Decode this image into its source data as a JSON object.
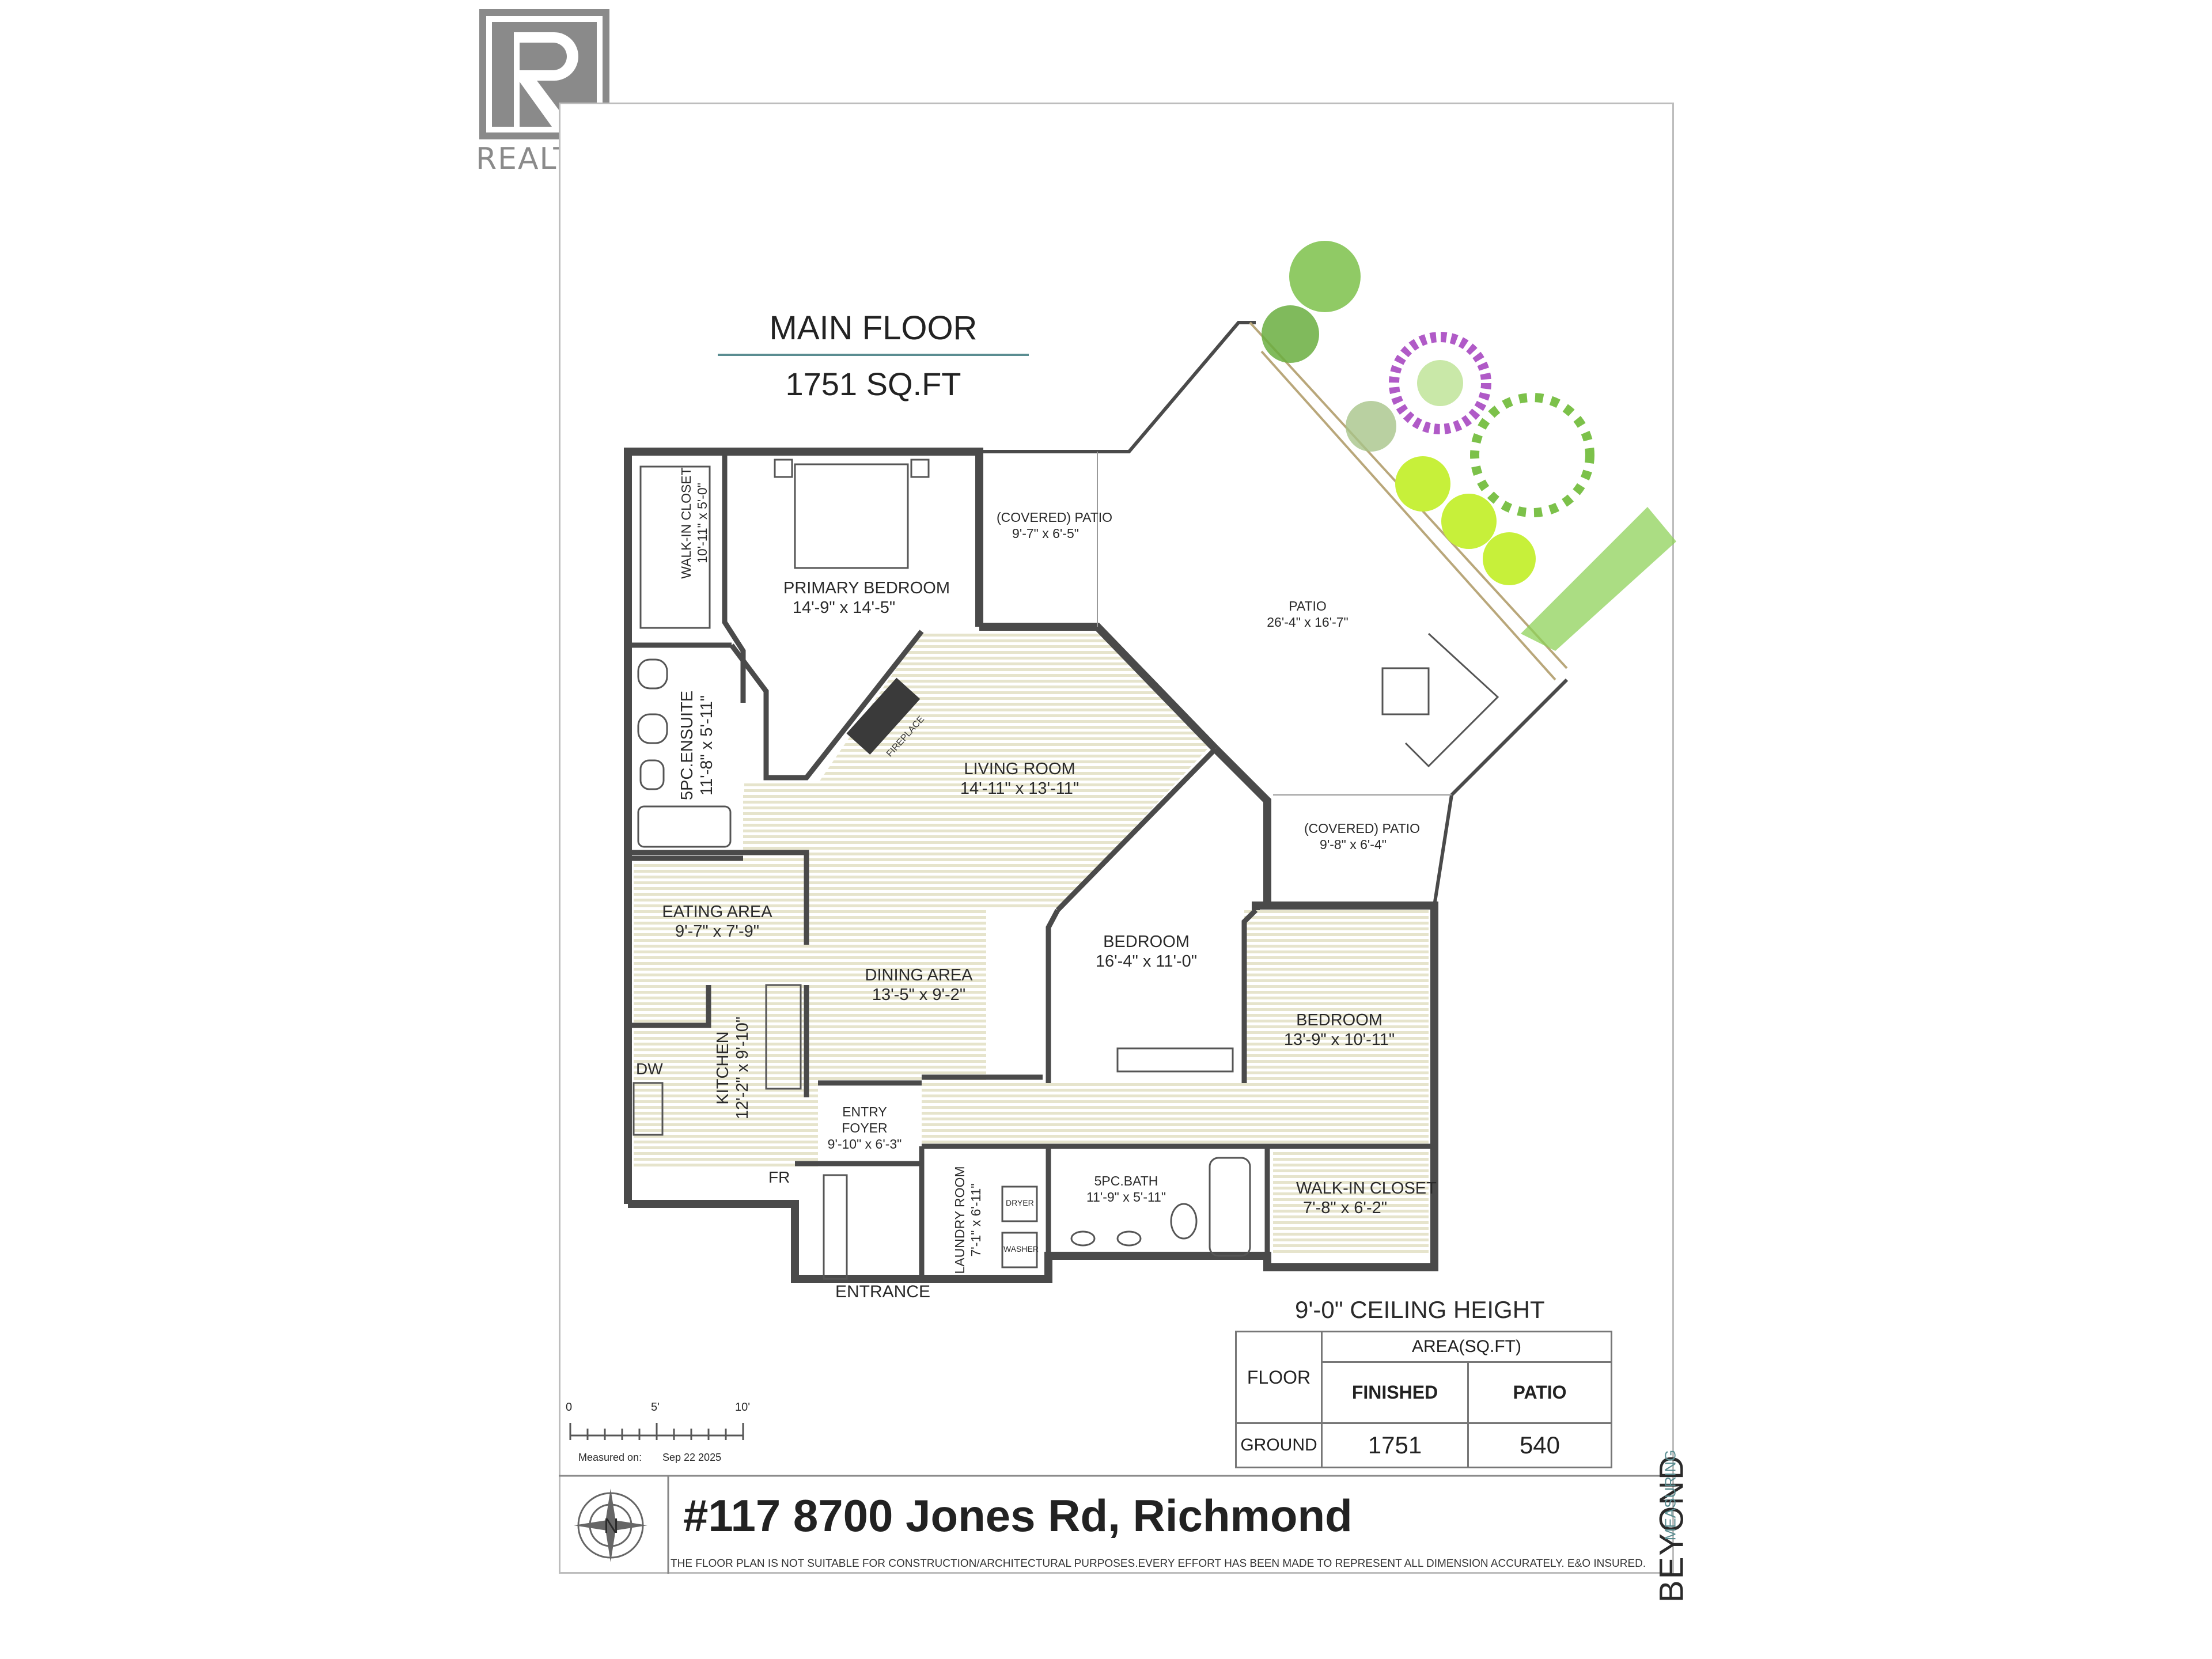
{
  "logo": {
    "brand": "REALTOR"
  },
  "header": {
    "title": "MAIN FLOOR",
    "area": "1751 SQ.FT"
  },
  "rooms": {
    "walk_in_closet_primary": {
      "name": "WALK-IN CLOSET",
      "size": "10'-11\" x 5'-0\""
    },
    "primary_bedroom": {
      "name": "PRIMARY BEDROOM",
      "size": "14'-9\" x 14'-5\""
    },
    "covered_patio_1": {
      "name": "(COVERED) PATIO",
      "size": "9'-7\" x 6'-5\""
    },
    "patio": {
      "name": "PATIO",
      "size": "26'-4\" x 16'-7\""
    },
    "ensuite": {
      "name": "5PC.ENSUITE",
      "size": "11'-8\" x 5'-11\""
    },
    "fireplace": {
      "name": "FIREPLACE"
    },
    "living_room": {
      "name": "LIVING ROOM",
      "size": "14'-11\" x 13'-11\""
    },
    "covered_patio_2": {
      "name": "(COVERED) PATIO",
      "size": "9'-8\" x 6'-4\""
    },
    "eating_area": {
      "name": "EATING AREA",
      "size": "9'-7\" x 7'-9\""
    },
    "dining_area": {
      "name": "DINING AREA",
      "size": "13'-5\" x 9'-2\""
    },
    "bedroom_2": {
      "name": "BEDROOM",
      "size": "16'-4\" x 11'-0\""
    },
    "bedroom_3": {
      "name": "BEDROOM",
      "size": "13'-9\" x 10'-11\""
    },
    "kitchen": {
      "name": "KITCHEN",
      "size": "12'-2\" x 9'-10\""
    },
    "dw": {
      "name": "DW"
    },
    "entry_foyer": {
      "name": "ENTRY FOYER",
      "size": "9'-10\" x 6'-3\""
    },
    "fr": {
      "name": "FR"
    },
    "laundry": {
      "name": "LAUNDRY ROOM",
      "size": "7'-1\" x 6'-11\""
    },
    "dryer": {
      "name": "DRYER"
    },
    "washer": {
      "name": "WASHER"
    },
    "bath": {
      "name": "5PC.BATH",
      "size": "11'-9\" x 5'-11\""
    },
    "walk_in_closet_2": {
      "name": "WALK-IN CLOSET",
      "size": "7'-8\" x 6'-2\""
    },
    "entrance": {
      "name": "ENTRANCE"
    }
  },
  "ceiling": "9'-0\" CEILING HEIGHT",
  "area_table": {
    "header_area": "AREA(SQ.FT)",
    "col_floor": "FLOOR",
    "col_finished": "FINISHED",
    "col_patio": "PATIO",
    "row_floor": "GROUND",
    "row_finished": "1751",
    "row_patio": "540"
  },
  "scale": {
    "tick0": "0",
    "tick5": "5'",
    "tick10": "10'",
    "measured_label": "Measured on:",
    "measured_date": "Sep 22 2025"
  },
  "footer": {
    "address": "#117 8700 Jones Rd, Richmond",
    "disclaimer": "THE FLOOR PLAN IS NOT SUITABLE FOR CONSTRUCTION/ARCHITECTURAL PURPOSES.EVERY EFFORT HAS BEEN MADE TO REPRESENT ALL DIMENSION ACCURATELY. E&O INSURED.",
    "compass": "N",
    "brand_main": "BEYOND",
    "brand_sub": "MEASURING"
  },
  "colors": {
    "wall": "#4a4a4a",
    "floor_stripe": "#e6e4cc",
    "accent": "#5a8d91",
    "plant_green": "#8fd15a",
    "plant_purple": "#b05ac7"
  }
}
